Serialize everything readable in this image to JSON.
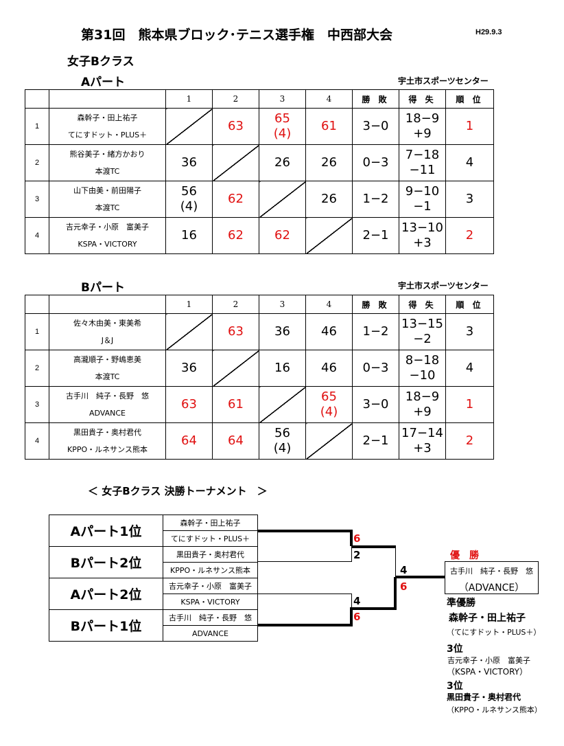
{
  "header": {
    "title": "第31回　熊本県ブロック･テニス選手権　中西部大会",
    "date": "H29.9.3",
    "class_title": "女子Bクラス"
  },
  "part_a": {
    "title": "Aパート",
    "venue": "宇土市スポーツセンター",
    "col_headers": [
      "1",
      "2",
      "3",
      "4"
    ],
    "h_win": "勝 敗",
    "h_pts": "得 失",
    "h_rank": "順 位",
    "rows": [
      {
        "no": "1",
        "name": "森幹子・田上祐子",
        "club": "てにすドット・PLUS＋",
        "s1": "",
        "s2": "63",
        "s3a": "65",
        "s3b": "(4)",
        "s4": "61",
        "wl": "3−0",
        "pts1": "18−9",
        "pts2": "+9",
        "rank": "1"
      },
      {
        "no": "2",
        "name": "熊谷美子・緒方かおり",
        "club": "本渡TC",
        "s1": "36",
        "s2": "",
        "s3a": "26",
        "s3b": "",
        "s4": "26",
        "wl": "0−3",
        "pts1": "7−18",
        "pts2": "−11",
        "rank": "4"
      },
      {
        "no": "3",
        "name": "山下由美・前田陽子",
        "club": "本渡TC",
        "s1a": "56",
        "s1b": "(4)",
        "s2": "62",
        "s3": "",
        "s4": "26",
        "wl": "1−2",
        "pts1": "9−10",
        "pts2": "−1",
        "rank": "3"
      },
      {
        "no": "4",
        "name": "吉元幸子・小原　富美子",
        "club": "KSPA・VICTORY",
        "s1": "16",
        "s2": "62",
        "s3": "62",
        "s4": "",
        "wl": "2−1",
        "pts1": "13−10",
        "pts2": "+3",
        "rank": "2"
      }
    ]
  },
  "part_b": {
    "title": "Bパート",
    "venue": "宇土市スポーツセンター",
    "col_headers": [
      "1",
      "2",
      "3",
      "4"
    ],
    "h_win": "勝 敗",
    "h_pts": "得 失",
    "h_rank": "順 位",
    "rows": [
      {
        "no": "1",
        "name": "佐々木由美・東美希",
        "club": "J＆J",
        "s2": "63",
        "s3": "36",
        "s4": "46",
        "wl": "1−2",
        "pts1": "13−15",
        "pts2": "−2",
        "rank": "3"
      },
      {
        "no": "2",
        "name": "高瀧順子・野嶋恵美",
        "club": "本渡TC",
        "s1": "36",
        "s3": "16",
        "s4": "46",
        "wl": "0−3",
        "pts1": "8−18",
        "pts2": "−10",
        "rank": "4"
      },
      {
        "no": "3",
        "name": "古手川　純子・長野　悠",
        "club": "ADVANCE",
        "s1": "63",
        "s2": "61",
        "s4a": "65",
        "s4b": "(4)",
        "wl": "3−0",
        "pts1": "18−9",
        "pts2": "+9",
        "rank": "1"
      },
      {
        "no": "4",
        "name": "黒田貴子・奥村君代",
        "club": "KPPO・ルネサンス熊本",
        "s1": "64",
        "s2": "64",
        "s3a": "56",
        "s3b": "(4)",
        "wl": "2−1",
        "pts1": "17−14",
        "pts2": "+3",
        "rank": "2"
      }
    ]
  },
  "final": {
    "title": "＜ 女子Bクラス 決勝トーナメント　＞",
    "slots": [
      {
        "label": "Aパート1位",
        "name": "森幹子・田上祐子",
        "club": "てにすドット・PLUS＋"
      },
      {
        "label": "Bパート2位",
        "name": "黒田貴子・奥村君代",
        "club": "KPPO・ルネサンス熊本"
      },
      {
        "label": "Aパート2位",
        "name": "吉元幸子・小原　富美子",
        "club": "KSPA・VICTORY"
      },
      {
        "label": "Bパート1位",
        "name": "古手川　純子・長野　悠",
        "club": "ADVANCE"
      }
    ],
    "scores": {
      "m1_top": "6",
      "m1_bot": "2",
      "m2_top": "4",
      "m2_bot": "6",
      "f_top": "4",
      "f_bot": "6"
    },
    "winner_label": "優　勝",
    "winner_name": "古手川　純子・長野　悠",
    "winner_club": "（ADVANCE）",
    "runner_label": "準優勝",
    "runner_name": "森幹子・田上祐子",
    "runner_club": "（てにすドット・PLUS＋）",
    "third1_label": "3位",
    "third1_name": "吉元幸子・小原　富美子",
    "third1_club": "（KSPA・VICTORY）",
    "third2_label": "3位",
    "third2_name": "黒田貴子・奥村君代",
    "third2_club": "（KPPO・ルネサンス熊本）"
  }
}
